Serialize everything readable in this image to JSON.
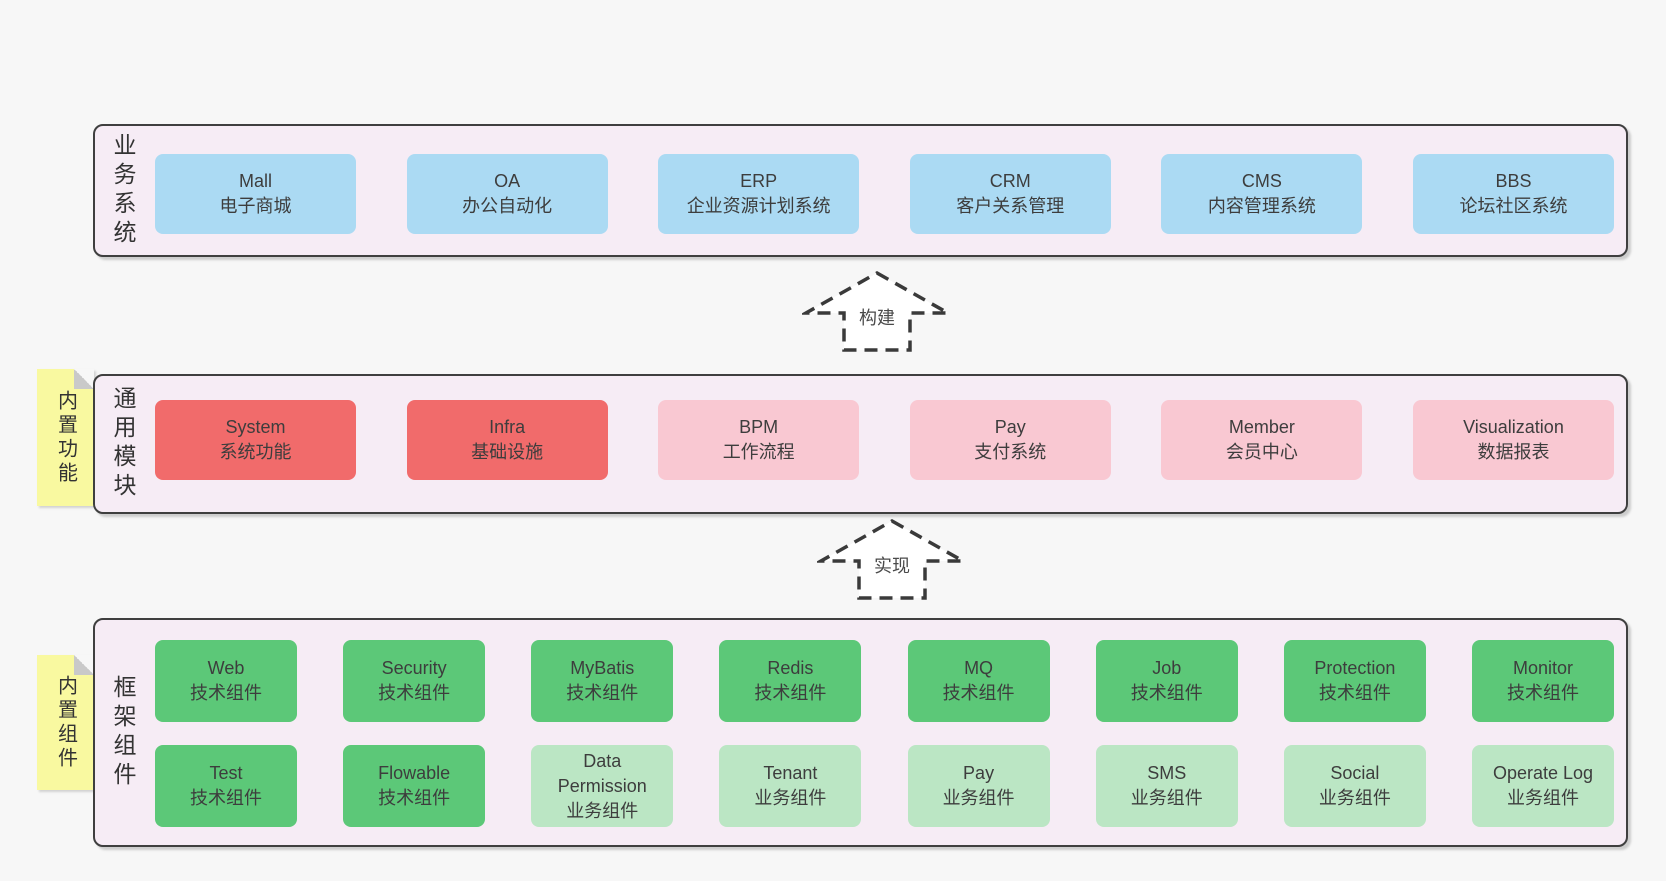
{
  "colors": {
    "page_bg": "#f7f7f7",
    "panel_bg": "#f6ecf5",
    "panel_border": "#3f3f3f",
    "text": "#3d3d3d",
    "blue": "#abdaf3",
    "red": "#f16b6b",
    "pink": "#f9c8d2",
    "green": "#5cc878",
    "green_light": "#bbe6c4",
    "note_yellow": "#f9f9a0",
    "note_fold": "#c9c9c9",
    "arrow_stroke": "#3a3a3a"
  },
  "sections": {
    "business": {
      "side_label": "业务系统",
      "boxes": [
        {
          "title": "Mall",
          "subtitle": "电子商城",
          "variant": "blue"
        },
        {
          "title": "OA",
          "subtitle": "办公自动化",
          "variant": "blue"
        },
        {
          "title": "ERP",
          "subtitle": "企业资源计划系统",
          "variant": "blue"
        },
        {
          "title": "CRM",
          "subtitle": "客户关系管理",
          "variant": "blue"
        },
        {
          "title": "CMS",
          "subtitle": "内容管理系统",
          "variant": "blue"
        },
        {
          "title": "BBS",
          "subtitle": "论坛社区系统",
          "variant": "blue"
        }
      ]
    },
    "modules": {
      "side_label": "通用模块",
      "note": "内置功能",
      "boxes": [
        {
          "title": "System",
          "subtitle": "系统功能",
          "variant": "red"
        },
        {
          "title": "Infra",
          "subtitle": "基础设施",
          "variant": "red"
        },
        {
          "title": "BPM",
          "subtitle": "工作流程",
          "variant": "pink"
        },
        {
          "title": "Pay",
          "subtitle": "支付系统",
          "variant": "pink"
        },
        {
          "title": "Member",
          "subtitle": "会员中心",
          "variant": "pink"
        },
        {
          "title": "Visualization",
          "subtitle": "数据报表",
          "variant": "pink"
        }
      ]
    },
    "components": {
      "side_label": "框架组件",
      "note": "内置组件",
      "rows": [
        [
          {
            "title": "Web",
            "subtitle": "技术组件",
            "variant": "green"
          },
          {
            "title": "Security",
            "subtitle": "技术组件",
            "variant": "green"
          },
          {
            "title": "MyBatis",
            "subtitle": "技术组件",
            "variant": "green"
          },
          {
            "title": "Redis",
            "subtitle": "技术组件",
            "variant": "green"
          },
          {
            "title": "MQ",
            "subtitle": "技术组件",
            "variant": "green"
          },
          {
            "title": "Job",
            "subtitle": "技术组件",
            "variant": "green"
          },
          {
            "title": "Protection",
            "subtitle": "技术组件",
            "variant": "green"
          },
          {
            "title": "Monitor",
            "subtitle": "技术组件",
            "variant": "green"
          }
        ],
        [
          {
            "title": "Test",
            "subtitle": "技术组件",
            "variant": "green"
          },
          {
            "title": "Flowable",
            "subtitle": "技术组件",
            "variant": "green"
          },
          {
            "title": "Data Permission",
            "subtitle": "业务组件",
            "variant": "green-light"
          },
          {
            "title": "Tenant",
            "subtitle": "业务组件",
            "variant": "green-light"
          },
          {
            "title": "Pay",
            "subtitle": "业务组件",
            "variant": "green-light"
          },
          {
            "title": "SMS",
            "subtitle": "业务组件",
            "variant": "green-light"
          },
          {
            "title": "Social",
            "subtitle": "业务组件",
            "variant": "green-light"
          },
          {
            "title": "Operate Log",
            "subtitle": "业务组件",
            "variant": "green-light"
          }
        ]
      ]
    }
  },
  "arrows": [
    {
      "label": "构建"
    },
    {
      "label": "实现"
    }
  ]
}
